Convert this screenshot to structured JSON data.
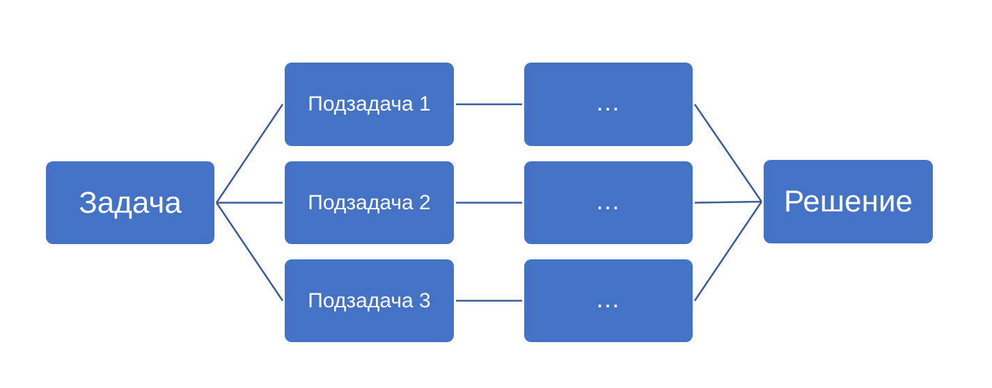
{
  "colors": {
    "node_fill": "#4472c4",
    "node_text": "#ffffff",
    "connector": "#3a5a9a",
    "background": "#ffffff"
  },
  "nodes": {
    "task": {
      "label": "Задача"
    },
    "subtasks": [
      {
        "label": "Подзадача 1"
      },
      {
        "label": "Подзадача 2"
      },
      {
        "label": "Подзадача 3"
      }
    ],
    "continuations": [
      {
        "label": "…"
      },
      {
        "label": "…"
      },
      {
        "label": "…"
      }
    ],
    "solution": {
      "label": "Решение"
    }
  },
  "edges": [
    {
      "from": "task",
      "to": "subtasks.0"
    },
    {
      "from": "task",
      "to": "subtasks.1"
    },
    {
      "from": "task",
      "to": "subtasks.2"
    },
    {
      "from": "subtasks.0",
      "to": "continuations.0"
    },
    {
      "from": "subtasks.1",
      "to": "continuations.1"
    },
    {
      "from": "subtasks.2",
      "to": "continuations.2"
    },
    {
      "from": "continuations.0",
      "to": "solution"
    },
    {
      "from": "continuations.1",
      "to": "solution"
    },
    {
      "from": "continuations.2",
      "to": "solution"
    }
  ]
}
